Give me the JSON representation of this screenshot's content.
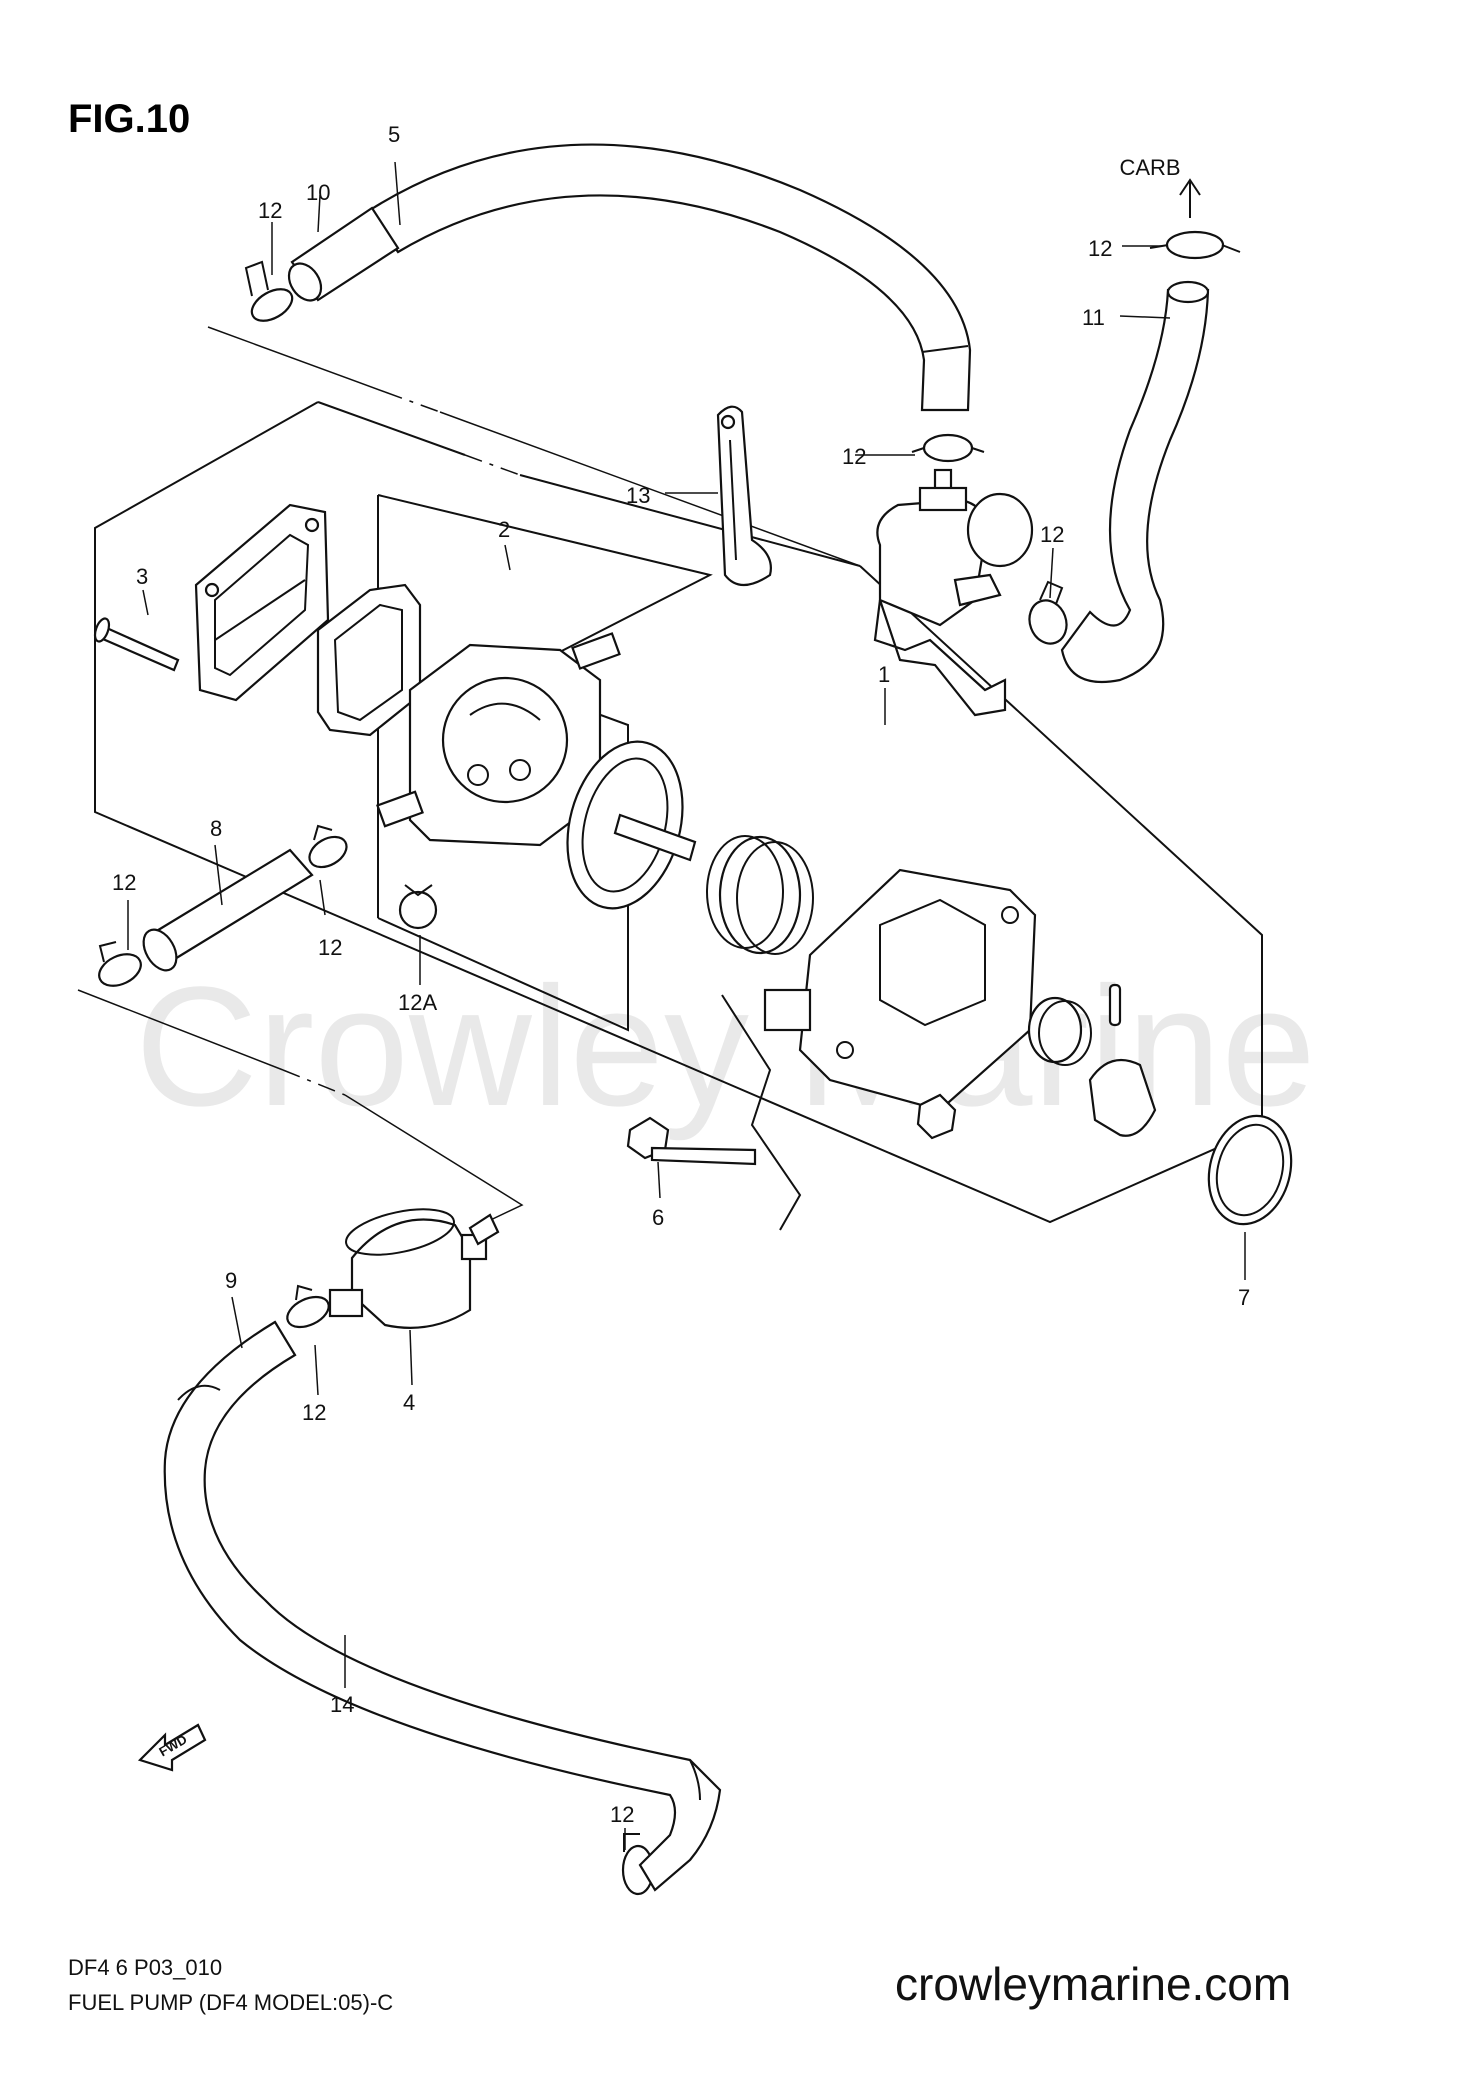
{
  "figure": {
    "title": "FIG.10"
  },
  "watermark": "Crowley Marine",
  "footer": {
    "code": "DF4 6 P03_010",
    "description": "FUEL PUMP (DF4 MODEL:05)-C",
    "website": "crowleymarine.com"
  },
  "direction_label": "CARB",
  "fwd_badge": "FWD",
  "callouts": {
    "c1": "1",
    "c2": "2",
    "c3": "3",
    "c4": "4",
    "c5": "5",
    "c6": "6",
    "c7": "7",
    "c8": "8",
    "c9": "9",
    "c10": "10",
    "c11": "11",
    "c12a": "12",
    "c12b": "12",
    "c12c": "12",
    "c12d": "12",
    "c12e": "12",
    "c12f": "12",
    "c12g": "12",
    "c12h": "12",
    "c12A": "12A",
    "c13": "13",
    "c14": "14"
  }
}
